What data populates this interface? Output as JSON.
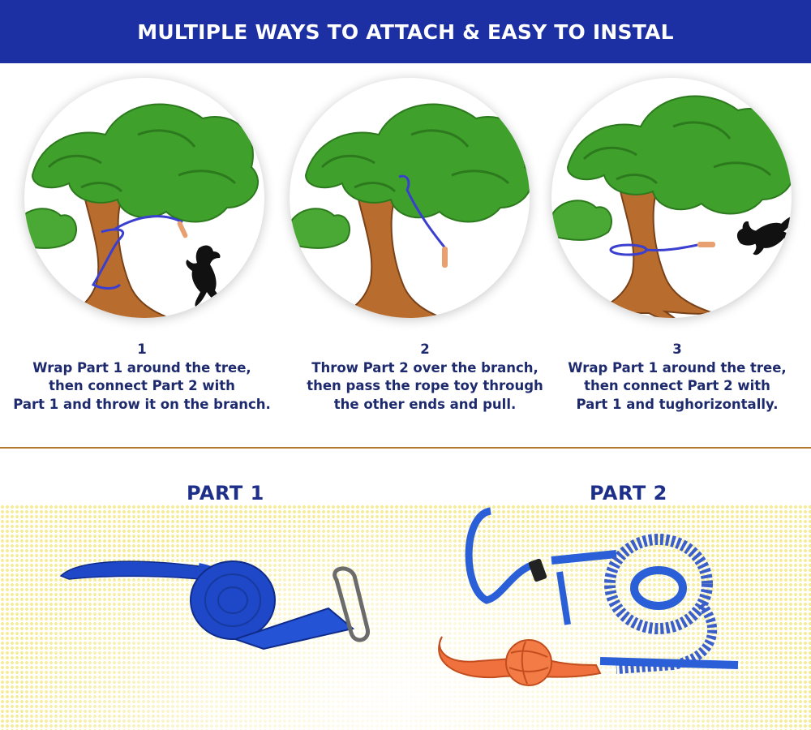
{
  "header": {
    "title": "MULTIPLE WAYS TO ATTACH & EASY TO INSTAL"
  },
  "colors": {
    "banner": "#1c2fa3",
    "step_text": "#1e2a6e",
    "part_title": "#1e2f8a",
    "divider": "#b07a2e",
    "rope": "#3b3fcf",
    "strap": "#1f48c8"
  },
  "steps": [
    {
      "number": "1",
      "lines": [
        "Wrap Part 1 around the tree,",
        "then connect Part 2 with",
        "Part 1 and throw it on the branch."
      ]
    },
    {
      "number": "2",
      "lines": [
        "Throw Part 2 over the branch,",
        "then pass the rope toy through",
        "the other ends and pull."
      ]
    },
    {
      "number": "3",
      "lines": [
        "Wrap Part 1 around the tree,",
        "then connect Part 2 with",
        "Part 1 and tughorizontally."
      ]
    }
  ],
  "parts": [
    {
      "title": "PART 1"
    },
    {
      "title": "PART 2"
    }
  ]
}
